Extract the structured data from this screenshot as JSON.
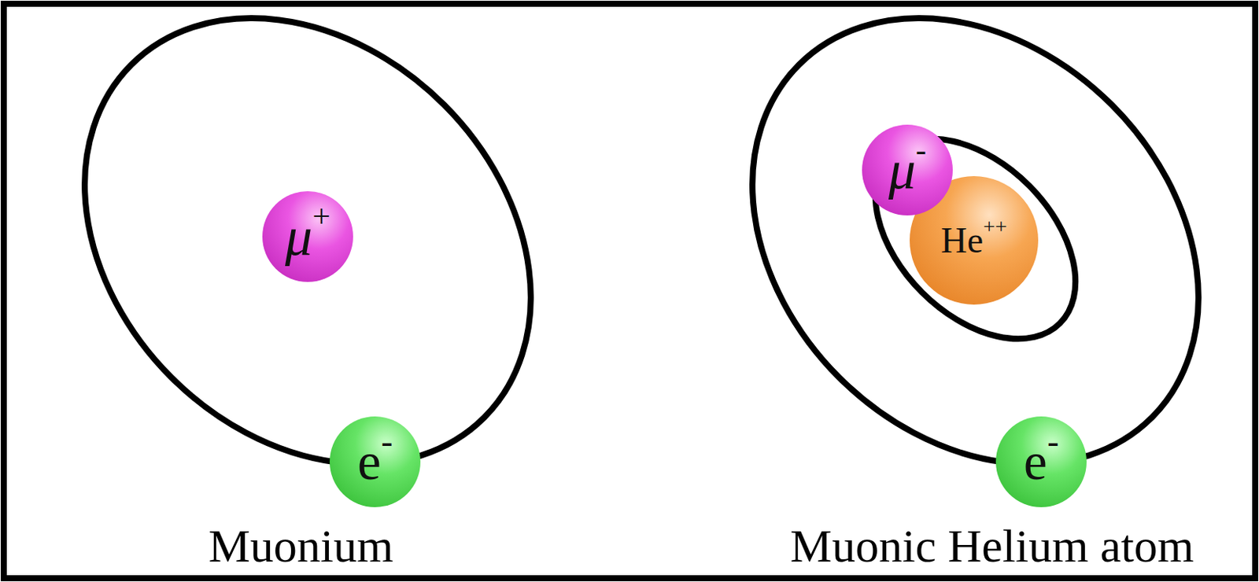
{
  "diagram": {
    "nodes": [
      {
        "text": [
          "μ",
          "+"
        ]
      },
      {
        "text": [
          "e",
          "-"
        ]
      },
      {
        "text": [
          "μ",
          "-"
        ]
      },
      {
        "text": [
          "He",
          "++"
        ]
      },
      {
        "text": [
          "e",
          "-"
        ]
      }
    ],
    "labels": [
      "Muonium",
      "Muonic Helium atom"
    ]
  }
}
